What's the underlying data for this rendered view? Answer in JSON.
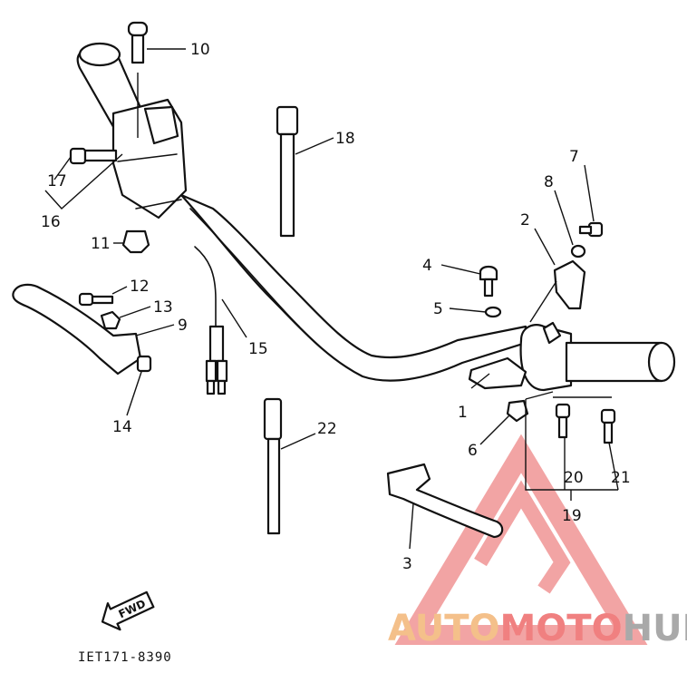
{
  "callouts": [
    {
      "id": "c1",
      "text": "1"
    },
    {
      "id": "c2",
      "text": "2"
    },
    {
      "id": "c3",
      "text": "3"
    },
    {
      "id": "c4",
      "text": "4"
    },
    {
      "id": "c5",
      "text": "5"
    },
    {
      "id": "c6",
      "text": "6"
    },
    {
      "id": "c7",
      "text": "7"
    },
    {
      "id": "c8",
      "text": "8"
    },
    {
      "id": "c9",
      "text": "9"
    },
    {
      "id": "c10",
      "text": "10"
    },
    {
      "id": "c11",
      "text": "11"
    },
    {
      "id": "c12",
      "text": "12"
    },
    {
      "id": "c13",
      "text": "13"
    },
    {
      "id": "c14",
      "text": "14"
    },
    {
      "id": "c15",
      "text": "15"
    },
    {
      "id": "c16",
      "text": "16"
    },
    {
      "id": "c17",
      "text": "17"
    },
    {
      "id": "c18",
      "text": "18"
    },
    {
      "id": "c19",
      "text": "19"
    },
    {
      "id": "c20",
      "text": "20"
    },
    {
      "id": "c21",
      "text": "21"
    },
    {
      "id": "c22",
      "text": "22"
    }
  ],
  "direction_tag": "FWD",
  "drawing_code": "IET171-8390",
  "watermark": {
    "segments": [
      {
        "text": "AUTO",
        "color": "#f4c08a"
      },
      {
        "text": "MOTO",
        "color": "#f08080"
      },
      {
        "text": "HUB",
        "color": "#a9a9a9"
      }
    ]
  }
}
